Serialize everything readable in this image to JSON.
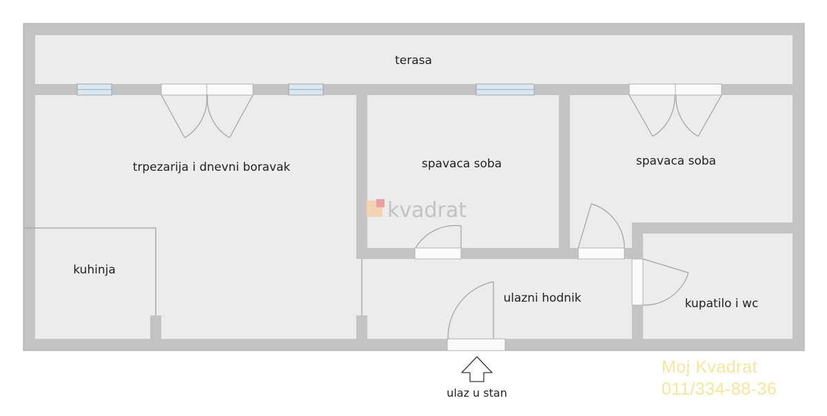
{
  "rooms": {
    "terrace": "terasa",
    "dining_living": "trpezarija i dnevni boravak",
    "bedroom_1": "spavaca soba",
    "bedroom_2": "spavaca soba",
    "kitchen": "kuhinja",
    "hallway": "ulazni hodnik",
    "bathroom": "kupatilo i wc"
  },
  "entry_label": "ulaz u stan",
  "watermark": {
    "text": "kvadrat"
  },
  "contact": {
    "name": "Moj Kvadrat",
    "phone": "011/334-88-36"
  },
  "colors": {
    "wall": "#c3c3c3",
    "wall_edge": "#a9a9a9",
    "floor": "#ececec",
    "window": "#dbe7f1",
    "door_opening": "#fafafa",
    "door_arc": "#a0a0a0",
    "contact_text": "#f6e69a",
    "watermark_square_1": "#f5cba1",
    "watermark_square_2": "#e8888c"
  }
}
